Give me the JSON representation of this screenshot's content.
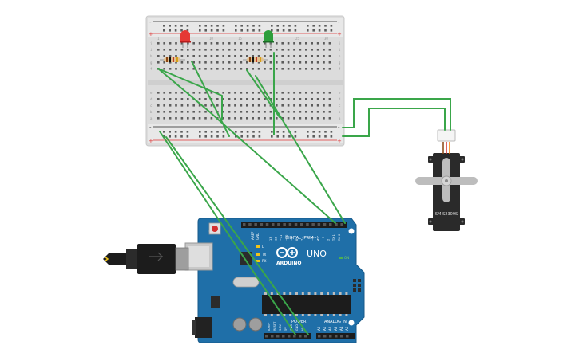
{
  "breadboard": {
    "row_letters_top": [
      "j",
      "i",
      "h",
      "g",
      "f"
    ],
    "row_letters_bottom": [
      "e",
      "d",
      "c",
      "b",
      "a"
    ],
    "plus_sign": "+",
    "minus_sign": "-",
    "column_numbers": [
      "1",
      "5",
      "10",
      "15",
      "20",
      "25",
      "30"
    ]
  },
  "leds": {
    "red_color": "#e53935",
    "green_color": "#2e9e3b"
  },
  "servo": {
    "model_label": "SM-S2309S"
  },
  "arduino": {
    "brand_label": "ARDUINO",
    "model_label": "UNO",
    "digital_label": "DIGITAL (PWM~)",
    "power_label": "POWER",
    "analog_label": "ANALOG IN",
    "on_label": "ON",
    "l_label": "L",
    "tx_label": "TX",
    "rx_label": "RX",
    "aref_label": "AREF",
    "gnd_label": "GND",
    "ioref_label": "IOREF",
    "reset_label": "RESET",
    "v33_label": "3.3V",
    "v5_label": "5V",
    "vin_label": "Vin",
    "digital_pins": [
      "13",
      "12",
      "~11",
      "~10",
      "~9",
      "8",
      "7",
      "~6",
      "~5",
      "4",
      "~3",
      "2",
      "TX 1",
      "RX 0"
    ],
    "analog_pins": [
      "A0",
      "A1",
      "A2",
      "A3",
      "A4",
      "A5"
    ],
    "board_color": "#1f6fa8",
    "accent_color": "#2aa8d8"
  },
  "wire_color": "#3aa64a"
}
